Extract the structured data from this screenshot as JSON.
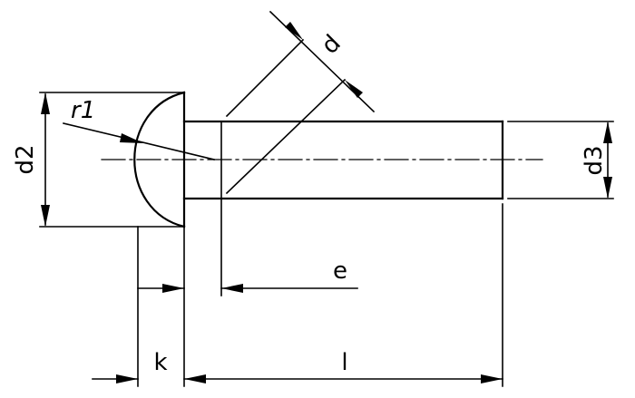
{
  "labels": {
    "d": "d",
    "r1": "r1",
    "d2": "d2",
    "d3": "d3",
    "e": "e",
    "k": "k",
    "l": "l"
  },
  "colors": {
    "line": "#000000",
    "background": "#ffffff"
  }
}
